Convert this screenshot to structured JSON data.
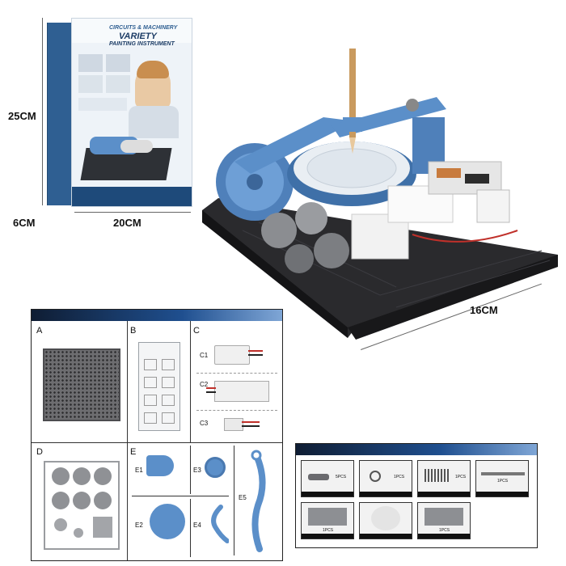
{
  "dimensions": {
    "height": "25CM",
    "depth": "6CM",
    "width": "20CM",
    "length": "16CM"
  },
  "box": {
    "title_line1": "CIRCUITS & MACHINERY",
    "title_line2": "VARIETY",
    "title_line3": "PAINTING INSTRUMENT"
  },
  "parts": {
    "A": "A",
    "B": "B",
    "C": "C",
    "C1": "C1",
    "C2": "C2",
    "C3": "C3",
    "D": "D",
    "E": "E",
    "E1": "E1",
    "E2": "E2",
    "E3": "E3",
    "E4": "E4",
    "E5": "E5"
  },
  "accessories": [
    {
      "qty": "5PCS"
    },
    {
      "qty": "1PCS"
    },
    {
      "qty": "1PCS"
    },
    {
      "qty": "1PCS"
    },
    {
      "qty": "1PCS"
    },
    {
      "qty": ""
    },
    {
      "qty": "1PCS"
    }
  ],
  "colors": {
    "part_blue": "#5b8fc9",
    "base_black": "#2a2a2d",
    "header_dark": "#0f1d33",
    "header_light": "#7fa6d6"
  }
}
